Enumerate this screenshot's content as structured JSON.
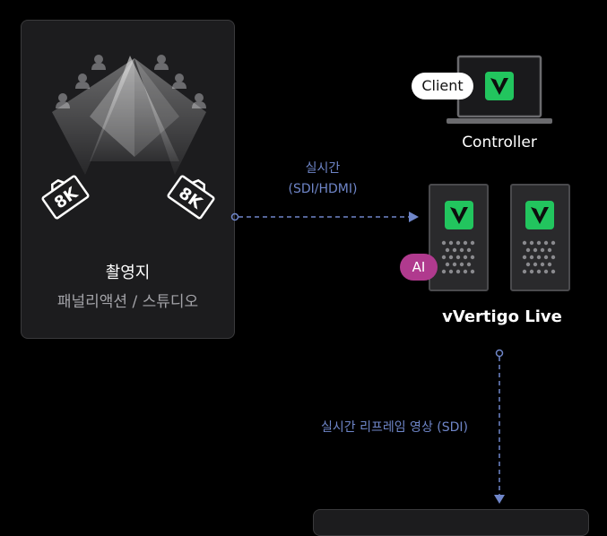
{
  "stage": {
    "title": "촬영지",
    "subtitle": "패널리액션 / 스튜디오",
    "camera_left": "8K",
    "camera_right": "8K"
  },
  "links": {
    "realtime": "실시간",
    "realtime_sub": "(SDI/HDMI)",
    "reframe": "실시간 리프레임 영상 (SDI)"
  },
  "controller": {
    "label": "Controller",
    "client_badge": "Client"
  },
  "vvertigo": {
    "label": "vVertigo Live",
    "ai_badge": "AI"
  },
  "colors": {
    "background": "#000000",
    "card": "#1c1c1e",
    "brand_green": "#22c55e",
    "link_blue": "#6f86c9",
    "ai_magenta": "#b03a8e"
  },
  "icons": [
    "audience-icon",
    "camera-8k-icon",
    "laptop-icon",
    "vvertigo-logo-icon",
    "server-icon"
  ]
}
